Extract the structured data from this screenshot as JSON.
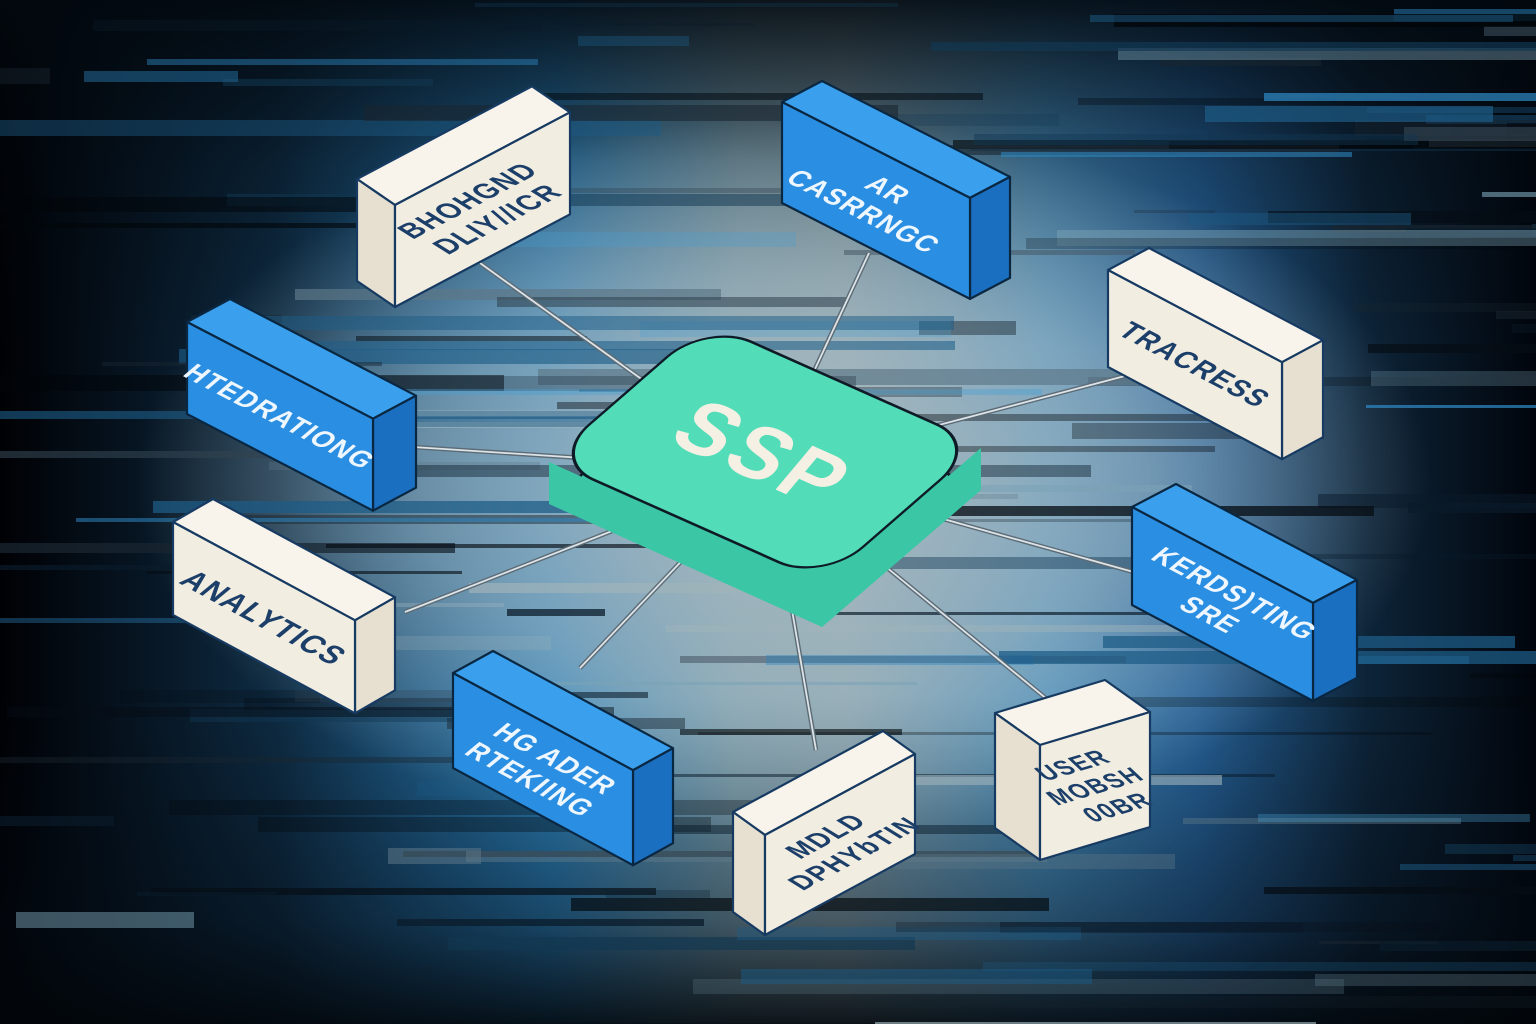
{
  "hub": {
    "label": "SSP"
  },
  "nodes": [
    {
      "id": "bhohgnd-dliy-icr",
      "label_lines": [
        "BHOHGND",
        "DLIY//ICR"
      ],
      "style": "cream"
    },
    {
      "id": "ar-casrrngc",
      "label_lines": [
        "AR",
        "CASRRNGC"
      ],
      "style": "blue"
    },
    {
      "id": "tracress",
      "label_lines": [
        "TRACRESS"
      ],
      "style": "cream"
    },
    {
      "id": "htedrationg",
      "label_lines": [
        "HTEDRATIONG"
      ],
      "style": "blue"
    },
    {
      "id": "analytics",
      "label_lines": [
        "ANALYTICS"
      ],
      "style": "cream"
    },
    {
      "id": "hg-ader-rtekiing",
      "label_lines": [
        "HG ADER",
        "RTEKIING"
      ],
      "style": "blue"
    },
    {
      "id": "mdld-dphybtin",
      "label_lines": [
        "MDLD",
        "DPHYbTIN"
      ],
      "style": "cream"
    },
    {
      "id": "user-mobsh-00br",
      "label_lines": [
        "USER",
        "MOBSH",
        "00BR"
      ],
      "style": "cream"
    },
    {
      "id": "kerds-ting-sre",
      "label_lines": [
        "KERDS)TING",
        "SRE"
      ],
      "style": "blue"
    }
  ],
  "colors": {
    "box_blue": "#2a8fe2",
    "box_blue_top": "#3aa0ee",
    "box_blue_side": "#1b6fc0",
    "outline_blue_box": "#0a2742",
    "text_on_blue": "#eef6ff",
    "box_cream": "#f2ede1",
    "box_cream_top": "#f8f4ec",
    "box_cream_side": "#e7e0d0",
    "outline_cream_box": "#163a61",
    "text_on_cream": "#1c3f6a",
    "hub_fill": "#52dcb8",
    "hub_side": "#3bc7a6",
    "hub_outline": "#0e1b26",
    "hub_text": "#f4f0e3",
    "connector": "#dce4e8",
    "connector_edge": "#5c6b76"
  }
}
